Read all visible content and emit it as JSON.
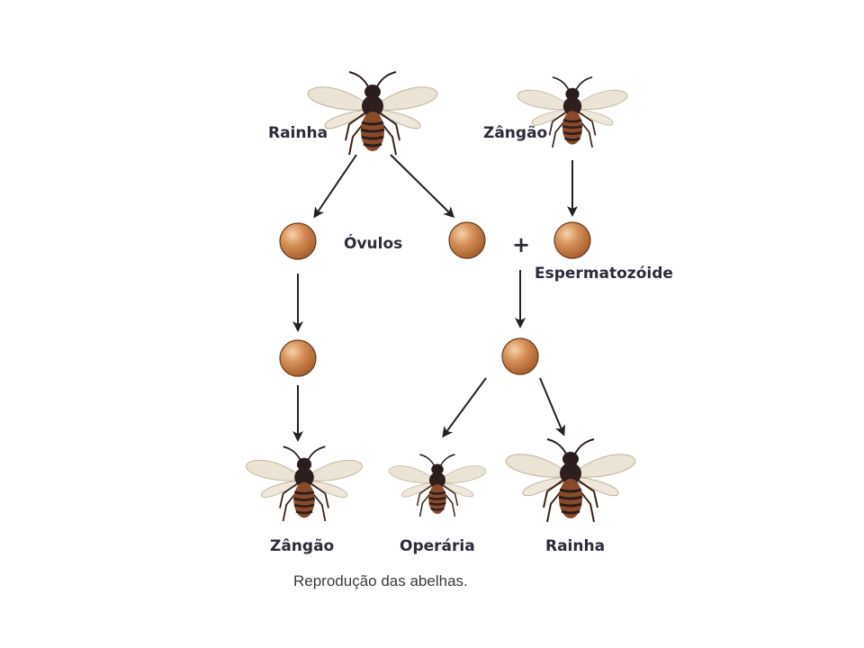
{
  "labels": {
    "queen_top": "Rainha",
    "drone_top": "Zângão",
    "ovules": "Óvulos",
    "plus": "+",
    "sperm": "Espermatozóide",
    "drone_bottom": "Zângão",
    "worker_bottom": "Operária",
    "queen_bottom": "Rainha"
  },
  "caption": "Reprodução das abelhas.",
  "icons": {
    "bee": "bee-icon",
    "cell": "cell-icon",
    "arrow": "arrow-icon"
  },
  "colors": {
    "cell_fill": "#d08a52",
    "cell_highlight": "#f4c9a0",
    "cell_stroke": "#6b3b1e",
    "bee_body": "#2a1c1c",
    "bee_stripe": "#8a4a2a",
    "wing": "#e6dccb",
    "arrow": "#222222",
    "text": "#2b2b3a"
  }
}
